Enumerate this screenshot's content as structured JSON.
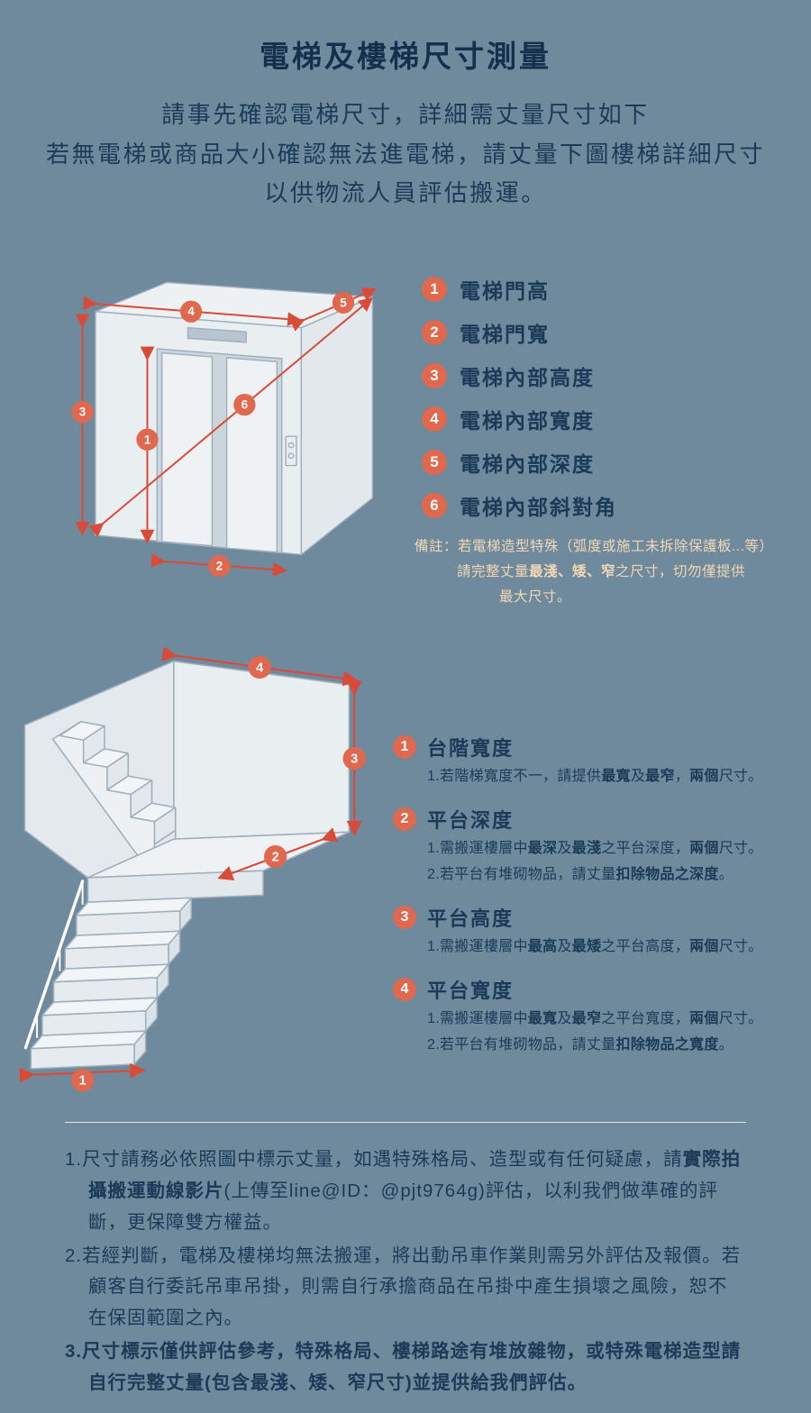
{
  "header": {
    "title": "電梯及樓梯尺寸測量",
    "intro": [
      "請事先確認電梯尺寸，詳細需丈量尺寸如下",
      "若無電梯或商品大小確認無法進電梯，請丈量下圖樓梯詳細尺寸",
      "以供物流人員評估搬運。"
    ]
  },
  "colors": {
    "background": "#6E8A9C",
    "text_navy": "#1C3A58",
    "badge_coral": "#E0684F",
    "measure_red": "#D94B38",
    "note_cream": "#F3D7B4",
    "illustration_fill": "#E9EEF1"
  },
  "elevator": {
    "legend": [
      {
        "num": "1",
        "label": "電梯門高"
      },
      {
        "num": "2",
        "label": "電梯門寬"
      },
      {
        "num": "3",
        "label": "電梯內部高度"
      },
      {
        "num": "4",
        "label": "電梯內部寬度"
      },
      {
        "num": "5",
        "label": "電梯內部深度"
      },
      {
        "num": "6",
        "label": "電梯內部斜對角"
      }
    ],
    "note": {
      "line1": "備註：若電梯造型特殊（弧度或施工未拆除保護板...等）",
      "line2": [
        {
          "t": "請完整丈量"
        },
        {
          "t": "最淺、矮、窄",
          "b": true
        },
        {
          "t": "之尺寸，切勿僅提供"
        }
      ],
      "line3": "最大尺寸。"
    }
  },
  "stairs": {
    "legend": [
      {
        "num": "1",
        "title": "台階寬度",
        "lines": [
          [
            {
              "t": "1.若階梯寬度不一，請提供"
            },
            {
              "t": "最寬",
              "b": true
            },
            {
              "t": "及"
            },
            {
              "t": "最窄",
              "b": true
            },
            {
              "t": "，"
            },
            {
              "t": "兩個",
              "b": true
            },
            {
              "t": "尺寸。"
            }
          ]
        ]
      },
      {
        "num": "2",
        "title": "平台深度",
        "lines": [
          [
            {
              "t": "1.需搬運樓層中"
            },
            {
              "t": "最深",
              "b": true
            },
            {
              "t": "及"
            },
            {
              "t": "最淺",
              "b": true
            },
            {
              "t": "之平台深度，"
            },
            {
              "t": "兩個",
              "b": true
            },
            {
              "t": "尺寸。"
            }
          ],
          [
            {
              "t": "2.若平台有堆砌物品，請丈量"
            },
            {
              "t": "扣除物品之深度",
              "b": true
            },
            {
              "t": "。"
            }
          ]
        ]
      },
      {
        "num": "3",
        "title": "平台高度",
        "lines": [
          [
            {
              "t": "1.需搬運樓層中"
            },
            {
              "t": "最高",
              "b": true
            },
            {
              "t": "及"
            },
            {
              "t": "最矮",
              "b": true
            },
            {
              "t": "之平台高度，"
            },
            {
              "t": "兩個",
              "b": true
            },
            {
              "t": "尺寸。"
            }
          ]
        ]
      },
      {
        "num": "4",
        "title": "平台寬度",
        "lines": [
          [
            {
              "t": "1.需搬運樓層中"
            },
            {
              "t": "最寬",
              "b": true
            },
            {
              "t": "及"
            },
            {
              "t": "最窄",
              "b": true
            },
            {
              "t": "之平台寬度，"
            },
            {
              "t": "兩個",
              "b": true
            },
            {
              "t": "尺寸。"
            }
          ],
          [
            {
              "t": "2.若平台有堆砌物品，請丈量"
            },
            {
              "t": "扣除物品之寬度",
              "b": true
            },
            {
              "t": "。"
            }
          ]
        ]
      }
    ]
  },
  "footer": {
    "notes": [
      [
        {
          "t": "1.尺寸請務必依照圖中標示丈量，如遇特殊格局、造型或有任何疑慮，請"
        },
        {
          "t": "實際拍攝搬運動線影片",
          "b": true
        },
        {
          "t": "(上傳至line@ID：@pjt9764g)評估，以利我們做準確的評斷，更保障雙方權益。"
        }
      ],
      [
        {
          "t": "2.若經判斷，電梯及樓梯均無法搬運，將出動吊車作業則需另外評估及報價。若顧客自行委託吊車吊掛，則需自行承擔商品在吊掛中產生損壞之風險，恕不在保固範圍之內。"
        }
      ],
      [
        {
          "t": "3.尺寸標示僅供評估參考，特殊格局、樓梯路途有堆放雜物，或特殊電梯造型請自行完整丈量(包含最淺、矮、窄尺寸)並提供給我們評估。",
          "b": true
        }
      ]
    ]
  }
}
